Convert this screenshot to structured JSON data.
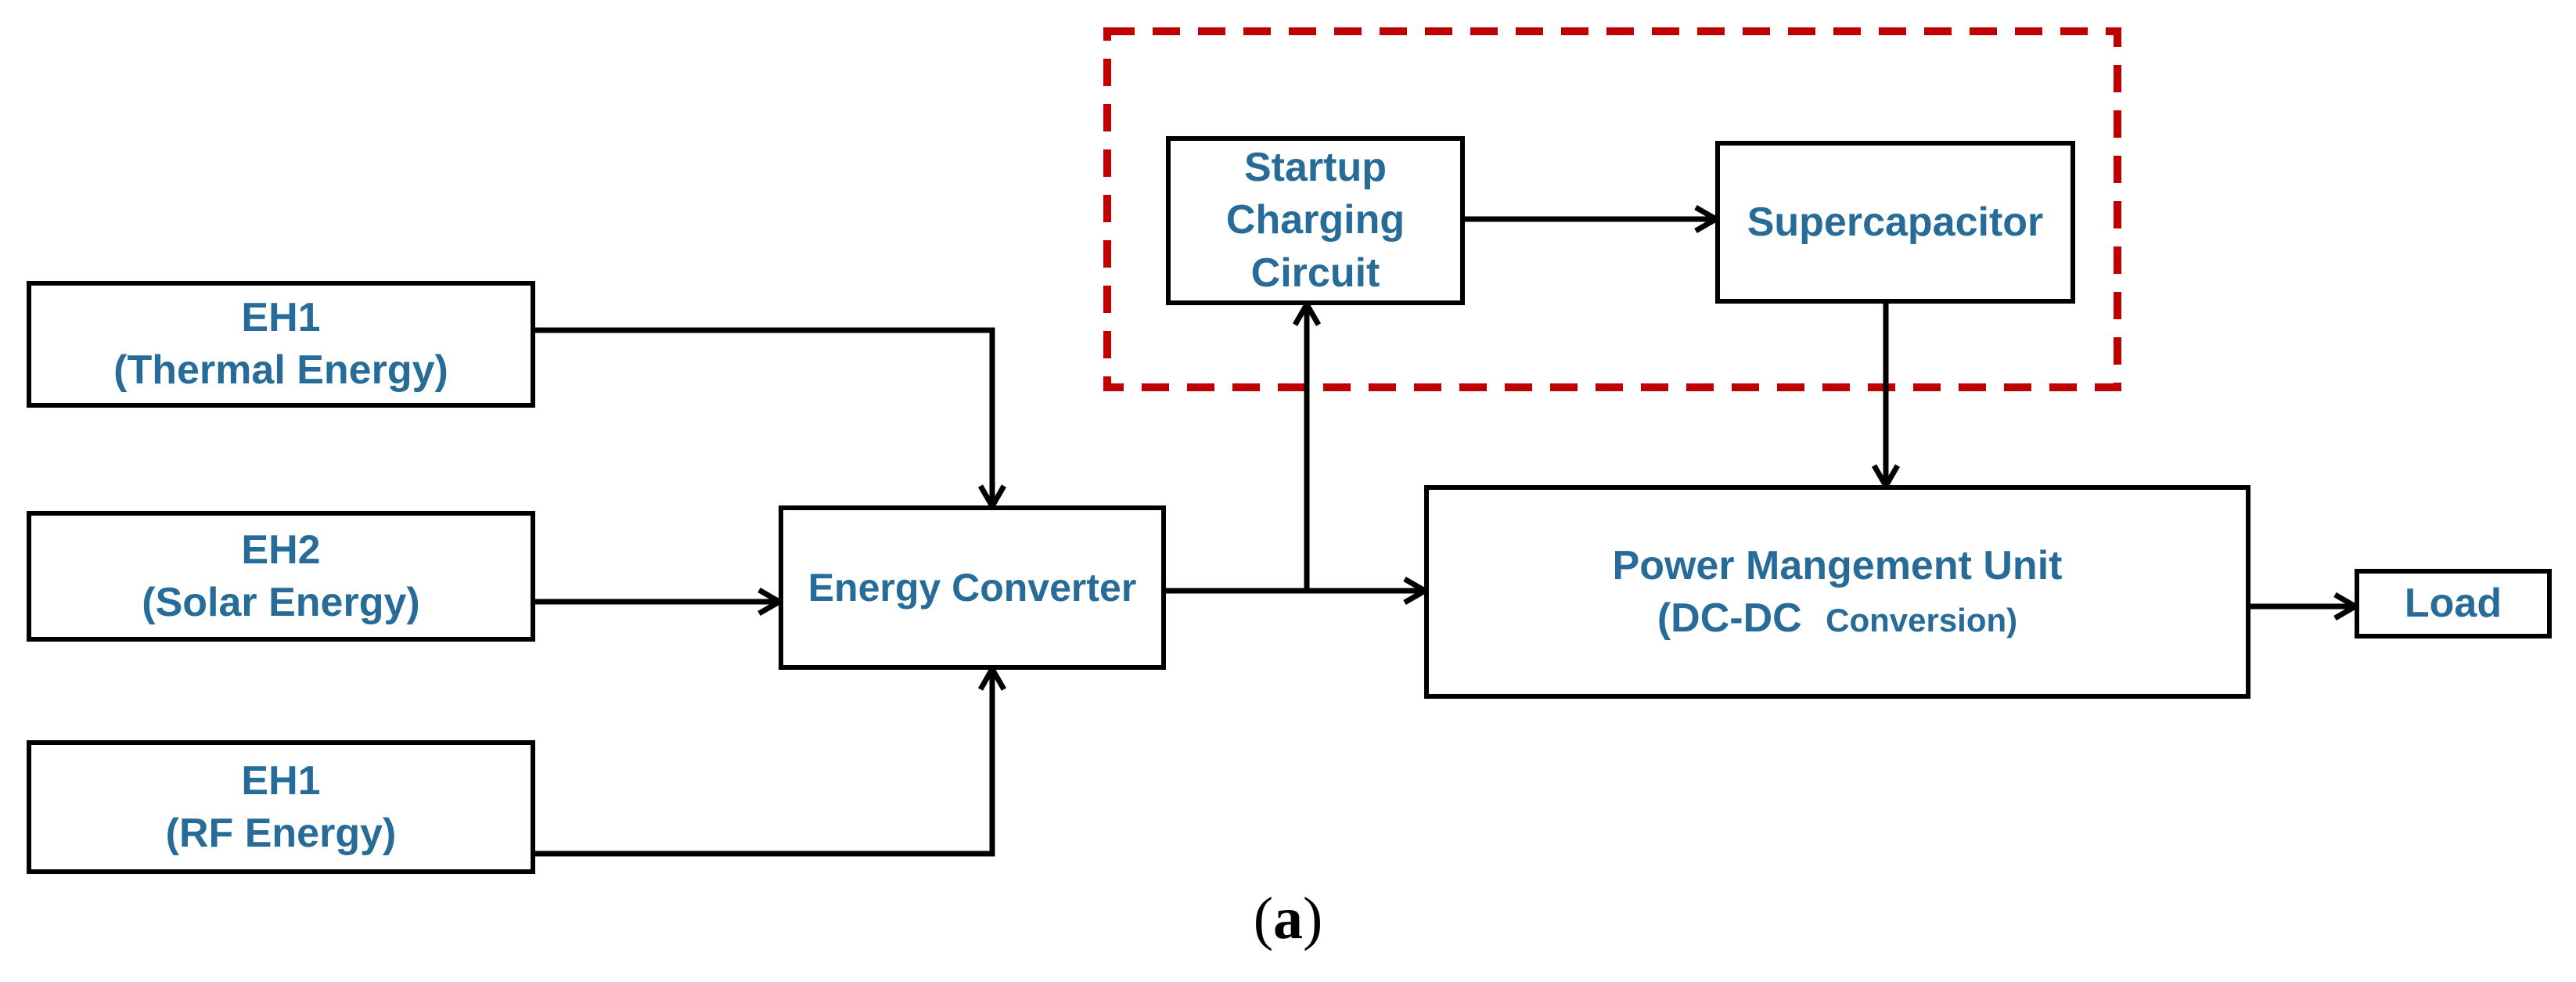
{
  "colors": {
    "label_blue": "#276c99",
    "line_black": "#000000",
    "startup_region_red": "#c00000",
    "background": "#ffffff"
  },
  "blocks": {
    "eh1_thermal": {
      "line1": "EH1",
      "line2": "(Thermal Energy)"
    },
    "eh2_solar": {
      "line1": "EH2",
      "line2": "(Solar Energy)"
    },
    "eh1_rf": {
      "line1": "EH1",
      "line2": "(RF Energy)"
    },
    "energy_converter": {
      "label": "Energy Converter"
    },
    "startup_charging_circuit": {
      "line1": "Startup",
      "line2": "Charging",
      "line3": "Circuit"
    },
    "supercapacitor": {
      "label": "Supercapacitor"
    },
    "power_management_unit": {
      "line1": "Power Mangement Unit",
      "line2_main": "(DC-DC",
      "line2_small": "Conversion)"
    },
    "load": {
      "label": "Load"
    }
  },
  "caption": {
    "open": "(",
    "letter": "a",
    "close": ")"
  }
}
